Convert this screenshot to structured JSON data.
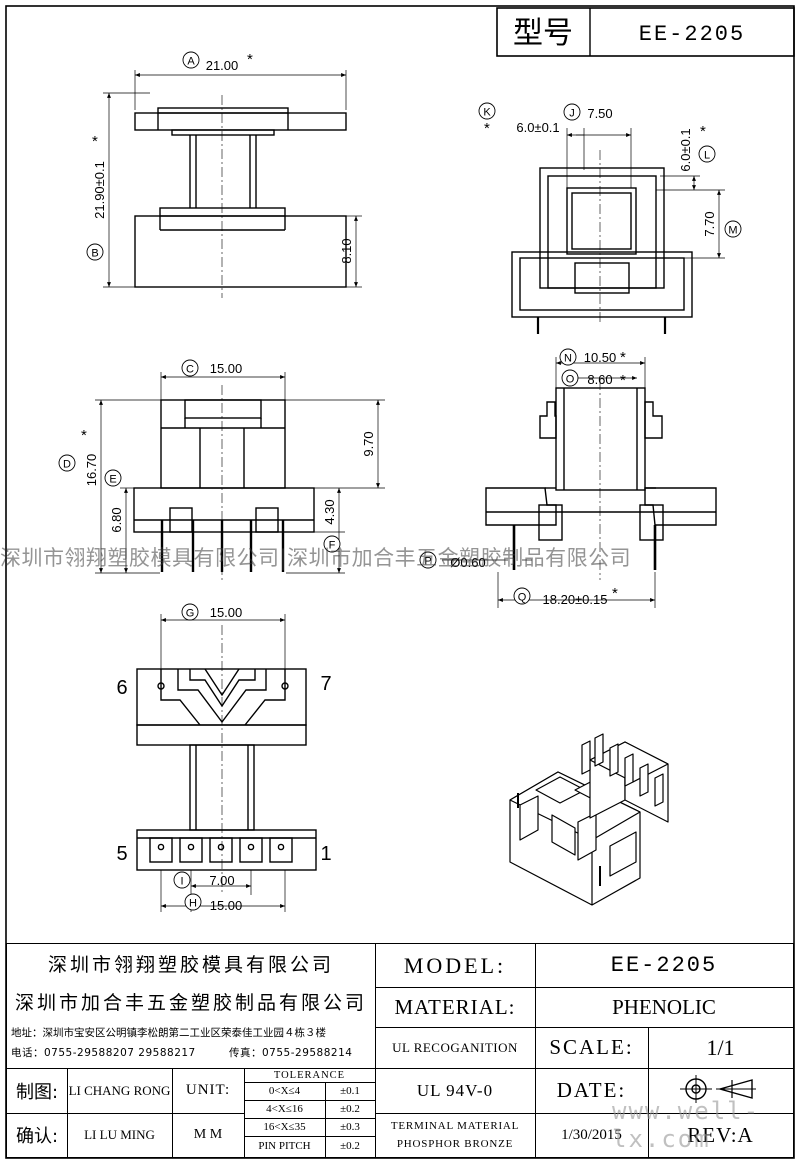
{
  "header": {
    "type_label": "型号",
    "type_value": "EE-2205"
  },
  "views": {
    "side": {
      "dim_width": "21.00",
      "dim_height": "21.90±0.1",
      "dim_base": "8.10",
      "bubble_a": "A",
      "bubble_b": "B"
    },
    "end": {
      "dim_6_0_top": "6.0±0.1",
      "dim_7_50": "7.50",
      "dim_6_0_side": "6.0±0.1",
      "dim_7_70": "7.70",
      "bubble_k": "K",
      "bubble_j": "J",
      "bubble_l": "L",
      "bubble_m": "M"
    },
    "front": {
      "dim_15_00": "15.00",
      "dim_16_70": "16.70",
      "dim_9_70": "9.70",
      "dim_6_80": "6.80",
      "dim_4_30": "4.30",
      "bubble_c": "C",
      "bubble_d": "D",
      "bubble_e": "E",
      "bubble_f": "F"
    },
    "profile": {
      "dim_10_50": "10.50",
      "dim_8_60": "8.60",
      "dim_pin": "Ø0.60",
      "dim_18_20": "18.20±0.15",
      "bubble_n": "N",
      "bubble_o": "O",
      "bubble_p": "P",
      "bubble_q": "Q"
    },
    "bottom": {
      "dim_15_00_top": "15.00",
      "dim_7_00": "7.00",
      "dim_15_00_bottom": "15.00",
      "pin_6": "6",
      "pin_7": "7",
      "pin_5": "5",
      "pin_1": "1",
      "bubble_g": "G",
      "bubble_i": "I",
      "bubble_h": "H"
    },
    "star": "*"
  },
  "watermark": {
    "text": "深圳市翎翔塑胶模具有限公司|深圳市加合丰五金塑胶制品有限公司",
    "site": "www.well-lx.com"
  },
  "title_block": {
    "company_1": "深圳市翎翔塑胶模具有限公司",
    "company_2": "深圳市加合丰五金塑胶制品有限公司",
    "address": "地址：深圳市宝安区公明镇李松朗第二工业区荣泰佳工业园４栋３楼",
    "tel": "电话：0755-29588207  29588217",
    "fax": "传真：0755-29588214",
    "drawn_label": "制图:",
    "drawn_value": "LI CHANG RONG",
    "confirm_label": "确认:",
    "confirm_value": "LI LU MING",
    "unit_label": "UNIT:",
    "unit_value": "M M",
    "tolerance_title": "TOLERANCE",
    "tol_1_range": "0<X≤4",
    "tol_1_value": "±0.1",
    "tol_2_range": "4<X≤16",
    "tol_2_value": "±0.2",
    "tol_3_range": "16<X≤35",
    "tol_3_value": "±0.3",
    "tol_4_range": "PIN PITCH",
    "tol_4_value": "±0.2",
    "model_label": "MODEL:",
    "model_value": "EE-2205",
    "material_label": "MATERIAL:",
    "material_value": "PHENOLIC",
    "ul_label": "UL RECOGANITION",
    "ul_value": "UL 94V-0",
    "terminal_1": "TERMINAL MATERIAL",
    "terminal_2": "PHOSPHOR  BRONZE",
    "scale_label": "SCALE:",
    "scale_value": "1/1",
    "date_label": "DATE:",
    "date_value": "1/30/2015",
    "rev_label": "REV:A"
  }
}
